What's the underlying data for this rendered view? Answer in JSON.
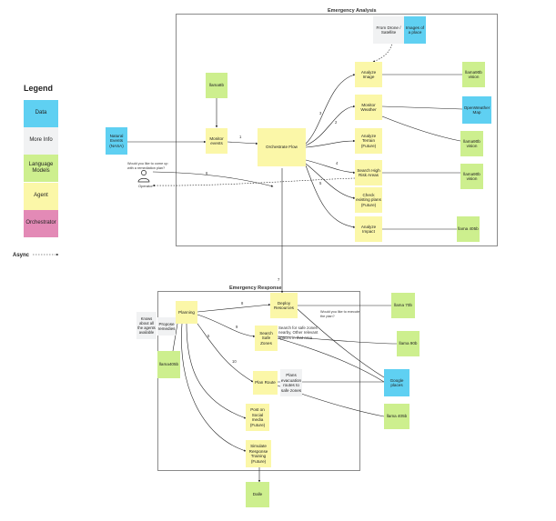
{
  "legend": {
    "title": "Legend",
    "items": [
      "Data",
      "More Info",
      "Language Models",
      "Agent",
      "Orchestrator"
    ],
    "async_label": "Async"
  },
  "analysis": {
    "title": "Emergency Analysis",
    "from_drone": "From Drone / Satellite",
    "images_of_place": "Images of a place",
    "llama8b": "llama8b",
    "natural_events": "Natural Events (NASA)",
    "monitor_events": "Monitor events",
    "orchestrate_flow": "Orchestrate Flow",
    "analyze_image": "Analyze Image",
    "monitor_weather": "Monitor Weather",
    "analyze_terrain": "Analyze Terrain (Future)",
    "search_high_risk": "Search High Risk Areas",
    "check_existing": "Check existing plans (Future)",
    "analyze_impact": "Analyze Impact",
    "llama90b_vision_1": "llama90b vision",
    "openweather": "OpenWeather Map",
    "llama90b_vision_2": "llama90b vision",
    "llama90b_vision_3": "llama90b vision",
    "llama405b": "llama 405b",
    "operator_question": "Would you like to come up with a remediation plan?",
    "operator": "Operator"
  },
  "edges": {
    "e1": "1",
    "e2": "2",
    "e3": "3",
    "e4": "4",
    "e5": "5",
    "e6": "6",
    "e7": "7",
    "e8": "8",
    "e9": "9",
    "e10": "10",
    "e5b": "5"
  },
  "response": {
    "title": "Emergency Response",
    "knows_about": "Knows about all the agents available",
    "planning": "Planning",
    "propose": "Propose remedies",
    "llama405b": "llama405b",
    "deploy": "Deploy Resources",
    "execute_question": "Would you like to execute the plan?",
    "llama70b": "llama 70b",
    "search_safe": "Search Safe Zones",
    "search_safe_desc": "Search for safe zones nearby, Other relevant spaces in that area",
    "llama90b": "llama 90b",
    "plan_route": "Plan Route",
    "plan_route_desc": "Plans evacuation routes to safe zones",
    "google_places": "Google places",
    "llama405b_2": "llama 405b",
    "post_social": "Post on Social media (Future)",
    "simulate": "Simulate Response Training (Future)",
    "dalle": "Dalle"
  },
  "colors": {
    "data": "#5fd0f2",
    "more_info": "#f1f2f3",
    "language_models": "#cdef8e",
    "agent": "#fbf7a8",
    "orchestrator": "#e38ab6"
  }
}
